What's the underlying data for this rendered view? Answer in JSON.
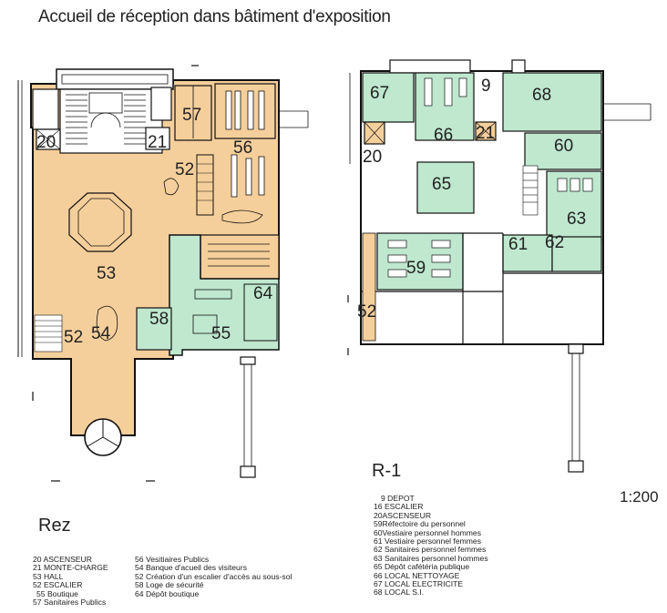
{
  "title": "Accueil de réception dans bâtiment d'exposition",
  "floors": {
    "ground": "Rez",
    "basement": "R-1"
  },
  "scale": "1:200",
  "colors": {
    "public": "#f5cf9b",
    "staff": "#bfe8cf",
    "line": "#111111"
  },
  "ground_rooms": [
    {
      "num": "20",
      "label": "20"
    },
    {
      "num": "21",
      "label": "21"
    },
    {
      "num": "57",
      "label": "57"
    },
    {
      "num": "56",
      "label": "56"
    },
    {
      "num": "52",
      "label": "52"
    },
    {
      "num": "53",
      "label": "53"
    },
    {
      "num": "64",
      "label": "64"
    },
    {
      "num": "58",
      "label": "58"
    },
    {
      "num": "55",
      "label": "55"
    },
    {
      "num": "52b",
      "label": "52"
    },
    {
      "num": "54",
      "label": "54"
    }
  ],
  "basement_rooms": [
    {
      "num": "67",
      "label": "67"
    },
    {
      "num": "9",
      "label": "9"
    },
    {
      "num": "68",
      "label": "68"
    },
    {
      "num": "66",
      "label": "66"
    },
    {
      "num": "21",
      "label": "21"
    },
    {
      "num": "60",
      "label": "60"
    },
    {
      "num": "20",
      "label": "20"
    },
    {
      "num": "65",
      "label": "65"
    },
    {
      "num": "63",
      "label": "63"
    },
    {
      "num": "61",
      "label": "61"
    },
    {
      "num": "62",
      "label": "62"
    },
    {
      "num": "59",
      "label": "59"
    },
    {
      "num": "52",
      "label": "52"
    }
  ],
  "legend_rez_col1": [
    "20 ASCENSEUR",
    "21 MONTE-CHARGE",
    "53 HALL",
    "52 ESCALIER",
    "55 Boutique",
    "57 Sanitaires Publics"
  ],
  "legend_rez_col2": [
    "56 Vesitiaires Publics",
    "54 Banque d'acueil des visiteurs",
    "52 Création d'un escalier d'accès au sous-sol",
    "58 Loge de sécurité",
    "64 Dépôt boutique"
  ],
  "legend_r1": [
    "9 DEPOT",
    "16 ESCALIER",
    "20ASCENSEUR",
    "59Réfectoire du personnel",
    "60Vestiaire personnel hommes",
    "61 Vestiaire personnel femmes",
    "62 Sanitaires personnel femmes",
    "63 Sanitaires personnel hommes",
    "65 Dépôt cafétéria publique",
    "66 LOCAL NETTOYAGE",
    "67 LOCAL ELECTRICITE",
    "68 LOCAL S.I."
  ]
}
